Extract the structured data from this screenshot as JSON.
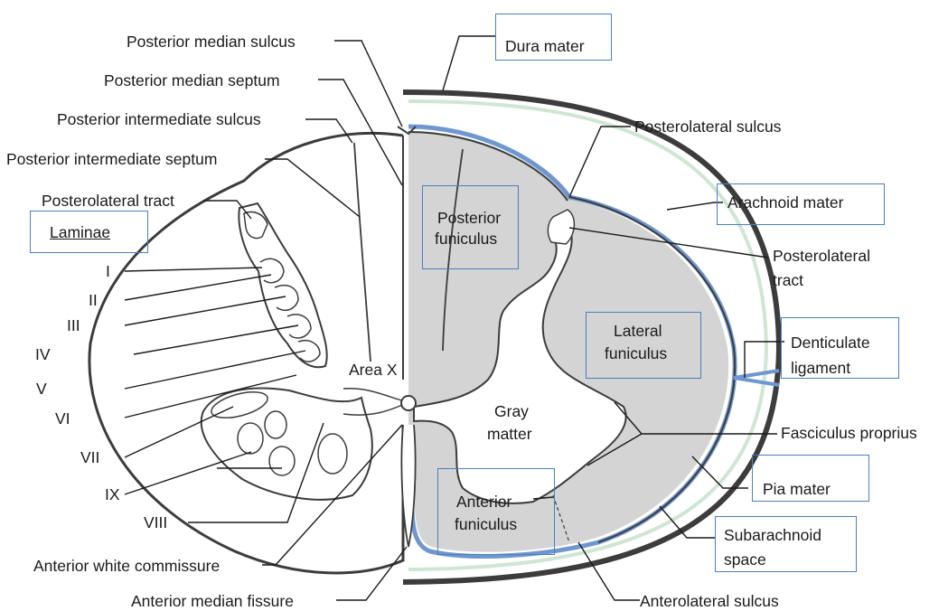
{
  "labels": {
    "posterior_median_sulcus": "Posterior median sulcus",
    "posterior_median_septum": "Posterior median septum",
    "posterior_intermediate_sulcus": "Posterior intermediate sulcus",
    "posterior_intermediate_septum": "Posterior intermediate septum",
    "posterolateral_tract_left": "Posterolateral tract",
    "laminae": "Laminae",
    "lamina_i": "I",
    "lamina_ii": "II",
    "lamina_iii": "III",
    "lamina_iv": "IV",
    "lamina_v": "V",
    "lamina_vi": "VI",
    "lamina_vii": "VII",
    "lamina_ix": "IX",
    "lamina_viii": "VIII",
    "area_x": "Area X",
    "anterior_white_commissure": "Anterior white commissure",
    "anterior_median_fissure": "Anterior median fissure",
    "dura_mater": "Dura mater",
    "posterolateral_sulcus": "Posterolateral sulcus",
    "arachnoid_mater": "Arachnoid mater",
    "posterolateral_tract_right_1": "Posterolateral",
    "posterolateral_tract_right_2": "tract",
    "posterior_funiculus_1": "Posterior",
    "posterior_funiculus_2": "funiculus",
    "lateral_funiculus_1": "Lateral",
    "lateral_funiculus_2": "funiculus",
    "denticulate_ligament_1": "Denticulate",
    "denticulate_ligament_2": "ligament",
    "gray_matter_1": "Gray",
    "gray_matter_2": "matter",
    "fasciculus_proprius": "Fasciculus proprius",
    "pia_mater": "Pia mater",
    "anterior_funiculus_1": "Anterior",
    "anterior_funiculus_2": "funiculus",
    "subarachnoid_space_1": "Subarachnoid",
    "subarachnoid_space_2": "space",
    "anterolateral_sulcus": "Anterolateral sulcus"
  },
  "colors": {
    "outline": "#3c3c3c",
    "gray_fill": "#d4d4d4",
    "pia_blue": "#6f97cf",
    "arachnoid_green": "#cfe6d3",
    "box_border": "#4a7fc1",
    "leader": "#1a1a1a"
  }
}
